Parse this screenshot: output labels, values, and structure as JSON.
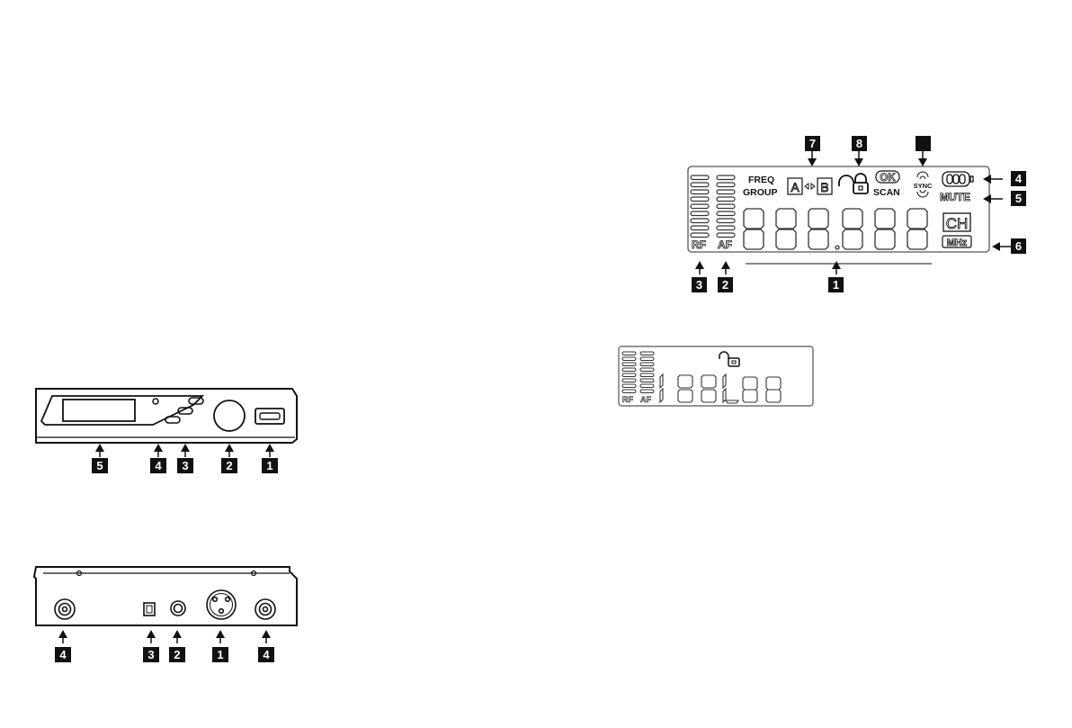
{
  "front_panel": {
    "callouts": [
      {
        "label": "5"
      },
      {
        "label": "4"
      },
      {
        "label": "3"
      },
      {
        "label": "2"
      },
      {
        "label": "1"
      }
    ]
  },
  "rear_panel": {
    "callouts": [
      {
        "label": "4"
      },
      {
        "label": "3"
      },
      {
        "label": "2"
      },
      {
        "label": "1"
      },
      {
        "label": "4"
      }
    ]
  },
  "lcd_display": {
    "labels": {
      "freq": "FREQ",
      "group": "GROUP",
      "ok": "OK",
      "scan": "SCAN",
      "sync": "SYNC",
      "mute": "MUTE",
      "ch": "CH",
      "mhz": "MHz",
      "rf": "RF",
      "af": "AF",
      "channel_a": "A",
      "channel_b": "B"
    },
    "callouts": {
      "top": [
        {
          "label": "7"
        },
        {
          "label": "8"
        },
        {
          "label": ""
        }
      ],
      "right": [
        {
          "label": "4"
        },
        {
          "label": "5"
        },
        {
          "label": "6"
        }
      ],
      "bottom": [
        {
          "label": "3"
        },
        {
          "label": "2"
        },
        {
          "label": "1"
        }
      ]
    }
  },
  "lcd_lock_screen": {
    "labels": {
      "rf": "RF",
      "af": "AF"
    }
  }
}
